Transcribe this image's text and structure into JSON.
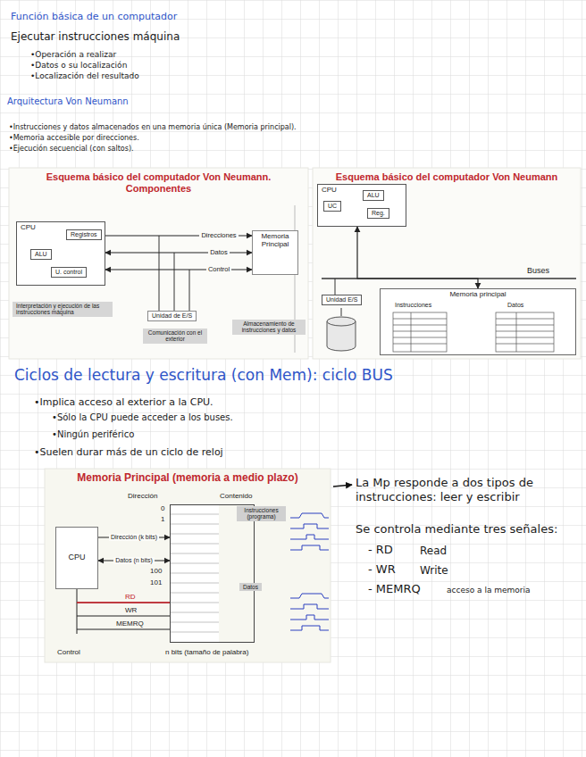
{
  "diagram": {
    "nodes": [
      {
        "text": [
          "Esquema básico del computador Von Neumann. Componentes"
        ]
      },
      {
        "text": [
          "CPU"
        ],
        "in": 0
      },
      {
        "text": [
          "Registros"
        ],
        "in": 1
      },
      {
        "text": [
          "ALU"
        ],
        "in": 1
      },
      {
        "text": [
          "U. control"
        ],
        "in": 1
      },
      {
        "text": [
          "Memoria Principal"
        ],
        "in": 0
      },
      {
        "text": [
          "Unidad de E/S"
        ],
        "in": 0
      },
      {
        "text": [
          "Interpretación y ejecución de las instrucciones máquina"
        ],
        "in": 0
      },
      {
        "text": [
          "Comunicación con el exterior"
        ],
        "in": 0
      },
      {
        "text": [
          "Almacenamiento de instrucciones y datos"
        ],
        "in": 0
      },
      {
        "text": [
          "Esquema básico del computador Von Neumann"
        ]
      },
      {
        "text": [
          "CPU"
        ],
        "in": 10
      },
      {
        "text": [
          "UC"
        ],
        "in": 11
      },
      {
        "text": [
          "ALU"
        ],
        "in": 11
      },
      {
        "text": [
          "Reg."
        ],
        "in": 11
      },
      {
        "text": [
          "Unidad E/S"
        ],
        "in": 10
      },
      {
        "text": [
          "Memoria principal"
        ],
        "in": 10
      },
      {
        "text": [
          "Memoria Principal (memoria a medio plazo)"
        ]
      },
      {
        "text": [
          "CPU"
        ],
        "in": 17
      },
      {
        "text": [
          "Dirección",
          "Contenido"
        ],
        "in": 17
      },
      {
        "text": [
          "Instrucciones (programa)"
        ],
        "in": 17
      },
      {
        "text": [
          "Datos"
        ],
        "in": 17
      }
    ],
    "edges": [
      {
        "from": 1,
        "to": 5,
        "label": "Direcciones",
        "arrow": "to"
      },
      {
        "from": 1,
        "to": 5,
        "label": "Datos",
        "arrow": "both"
      },
      {
        "from": 1,
        "to": 5,
        "label": "Control",
        "arrow": "both"
      },
      {
        "from": 11,
        "to": 16,
        "arrow": "both"
      },
      {
        "from": 18,
        "to": 19,
        "label": "Dirección (k bits)",
        "arrow": "to"
      },
      {
        "from": 18,
        "to": 19,
        "label": "Datos (n bits)",
        "arrow": "both"
      }
    ],
    "labels": [
      "Función básica de un computador",
      "Ejecutar instrucciones máquina",
      "•Operación a realizar",
      "•Datos o su localización",
      "•Localización del resultado",
      "Arquitectura Von Neumann",
      "•Instrucciones y datos almacenados en una memoria única (Memoria principal).",
      "•Memoria accesible por direcciones.",
      "•Ejecución secuencial (con saltos).",
      "Ciclos de lectura y escritura (con Mem): ciclo BUS",
      "•Implica acceso al exterior a la CPU.",
      "•Sólo la CPU puede acceder a los buses.",
      "•Ningún periférico",
      "•Suelen durar más de un ciclo de reloj",
      "Instrucciones",
      "Datos",
      "Buses",
      "0",
      "1",
      "100",
      "101",
      "RD",
      "WR",
      "MEMRQ",
      "Control",
      "n bits (tamaño de palabra)",
      "La Mp responde a dos tipos de instrucciones: leer y escribir",
      "Se controla mediante tres señales:",
      "- RD",
      "Read",
      "- WR",
      "Write",
      "- MEMRQ",
      "acceso a la memoria"
    ]
  }
}
